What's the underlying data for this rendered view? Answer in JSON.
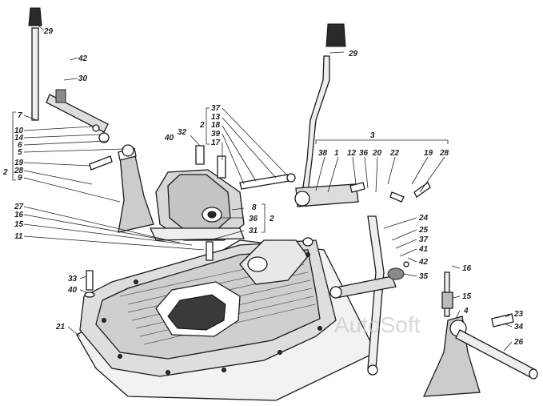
{
  "labels": {
    "l29a": "29",
    "l29b": "29",
    "l42a": "42",
    "l30": "30",
    "l7": "7",
    "l10": "10",
    "l14": "14",
    "l6": "6",
    "l5": "5",
    "l19a": "19",
    "l28a": "28",
    "l2a": "2",
    "l9": "9",
    "l37a": "37",
    "l13": "13",
    "l2b": "2",
    "l18": "18",
    "l39": "39",
    "l17": "17",
    "l40a": "40",
    "l32": "32",
    "l8": "8",
    "l36a": "36",
    "l2c": "2",
    "l31": "31",
    "l27": "27",
    "l16a": "16",
    "l15a": "15",
    "l11": "11",
    "l3": "3",
    "l38": "38",
    "l1": "1",
    "l12": "12",
    "l36b": "36",
    "l20": "20",
    "l22": "22",
    "l19b": "19",
    "l28b": "28",
    "l24": "24",
    "l25": "25",
    "l37b": "37",
    "l41": "41",
    "l42b": "42",
    "l35": "35",
    "l33": "33",
    "l40b": "40",
    "l21": "21",
    "l16b": "16",
    "l15b": "15",
    "l4": "4",
    "l23": "23",
    "l34": "34",
    "l26": "26"
  },
  "watermark": "AutoSoft"
}
